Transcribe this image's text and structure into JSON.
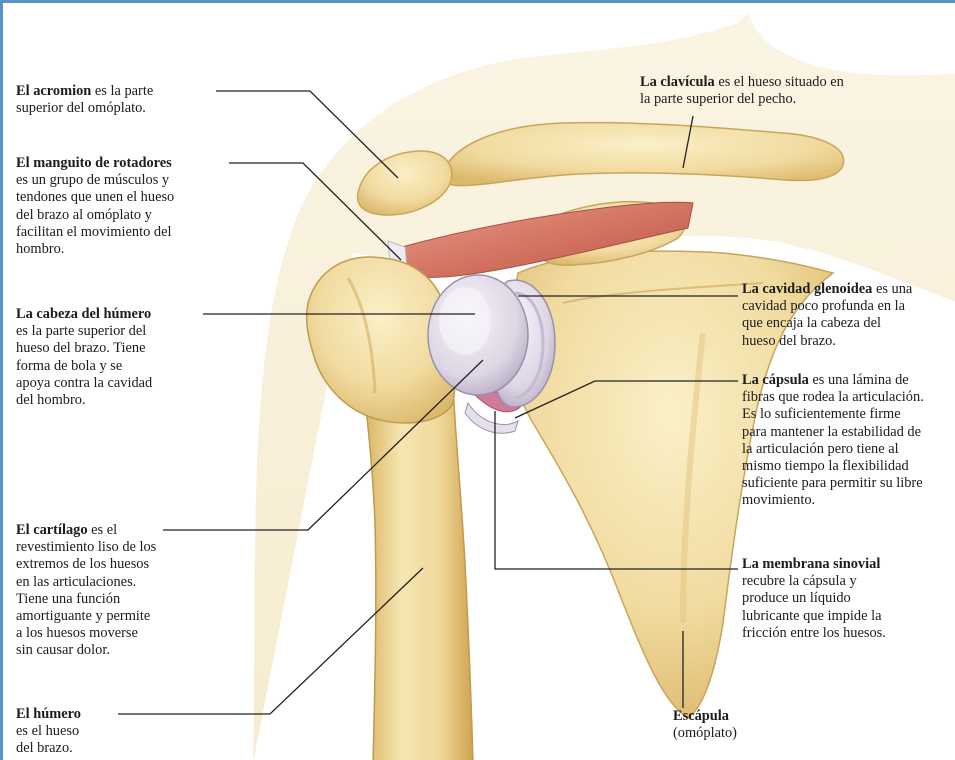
{
  "labels": {
    "acromion": {
      "term": "El acromion",
      "rest": " es la parte",
      "lines": [
        "superior del omóplato."
      ]
    },
    "rotator_cuff": {
      "term": "El manguito de rotadores",
      "rest": "",
      "lines": [
        "es un grupo de músculos y",
        "tendones que unen el hueso",
        "del brazo al omóplato y",
        "facilitan el movimiento del",
        "hombro."
      ]
    },
    "humeral_head": {
      "term": "La cabeza del húmero",
      "rest": "",
      "lines": [
        "es la parte superior del",
        "hueso del brazo. Tiene",
        "forma de bola y se",
        "apoya contra la cavidad",
        "del hombro."
      ]
    },
    "cartilage": {
      "term": "El cartílago",
      "rest": " es el",
      "lines": [
        "revestimiento liso de los",
        "extremos de los huesos",
        "en las articulaciones.",
        "Tiene una función",
        "amortiguante y permite",
        "a los huesos moverse",
        "sin causar dolor."
      ]
    },
    "humerus": {
      "term": "El húmero",
      "rest": "",
      "lines": [
        "es el hueso",
        "del brazo."
      ]
    },
    "clavicle": {
      "term": "La clavícula",
      "rest": " es el hueso situado en",
      "lines": [
        "la parte superior del pecho."
      ]
    },
    "glenoid": {
      "term": "La cavidad glenoidea",
      "rest": " es una",
      "lines": [
        "cavidad poco profunda en la",
        "que encaja la cabeza del",
        "hueso del brazo."
      ]
    },
    "capsule": {
      "term": "La cápsula",
      "rest": " es una lámina de",
      "lines": [
        "fibras que rodea la articulación.",
        "Es lo suficientemente firme",
        "para mantener la estabilidad de",
        "la articulación pero tiene al",
        "mismo tiempo la flexibilidad",
        "suficiente para permitir su libre",
        "movimiento."
      ]
    },
    "synovial": {
      "term": "La membrana sinovial",
      "rest": "",
      "lines": [
        "recubre la cápsula y",
        "produce un líquido",
        "lubricante que impide la",
        "fricción entre los huesos."
      ]
    },
    "scapula": {
      "term": "Escápula",
      "rest": "",
      "lines": [
        "(omóplato)"
      ]
    }
  },
  "colors": {
    "bone": "#f3dfa6",
    "bone_shadow": "#d9b56a",
    "cartilage": "#e3dde9",
    "muscle": "#d9826f",
    "frame": "#5b93c7"
  }
}
